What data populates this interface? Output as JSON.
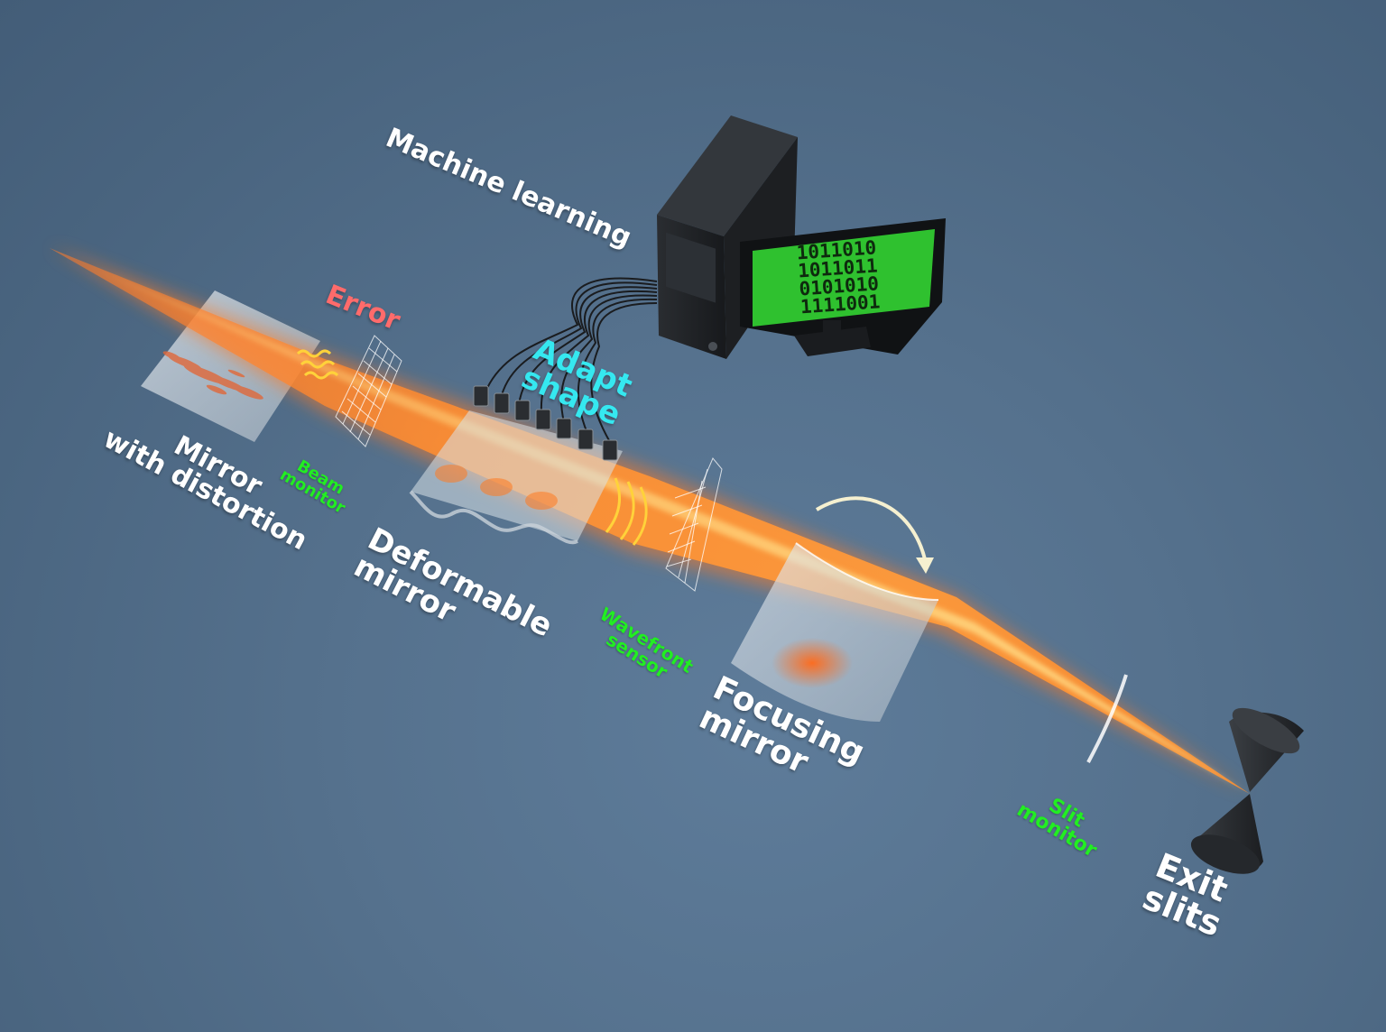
{
  "labels": {
    "machine_learning": "Machine learning",
    "error": "Error",
    "adapt_shape": "Adapt\nshape",
    "mirror_with_distortion": "Mirror\nwith distortion",
    "beam_monitor": "Beam\nmonitor",
    "deformable_mirror": "Deformable\nmirror",
    "wavefront_sensor": "Wavefront\nsensor",
    "focusing_mirror": "Focusing\nmirror",
    "slit_monitor": "Slit\nmonitor",
    "exit_slits": "Exit\nslits"
  },
  "screen": {
    "lines": [
      "1011010",
      "1011011",
      "0101010",
      "1111001"
    ]
  },
  "colors": {
    "background": "#55718d",
    "beam": "#ff8a2a",
    "screen": "#2fc12f",
    "label_white": "#ffffff",
    "label_green": "#22ee22",
    "label_cyan": "#35e8f0",
    "label_red": "#ff6b6b"
  },
  "icons": {
    "computer": "computer-tower-icon",
    "monitor": "monitor-icon",
    "exit_slits": "hourglass-cones-icon",
    "rotation_arrow": "curved-arrow-icon"
  }
}
